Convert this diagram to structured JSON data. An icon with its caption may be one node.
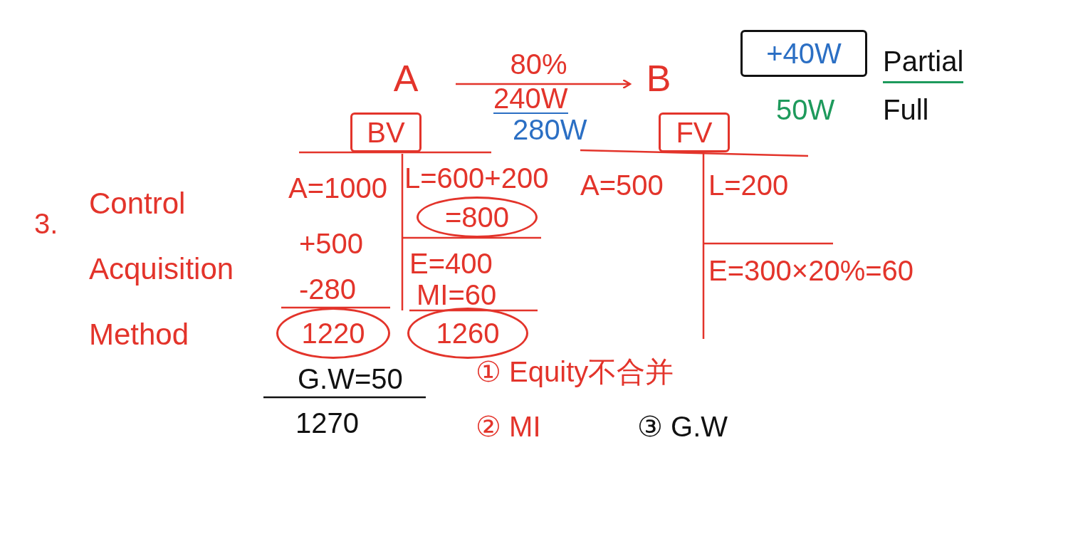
{
  "diagram": {
    "nodes": [
      {
        "text": [
          "A"
        ]
      },
      {
        "text": [
          "B"
        ]
      },
      {
        "text": [
          "BV"
        ]
      },
      {
        "text": [
          "FV"
        ]
      },
      {
        "text": [
          "+40W"
        ]
      },
      {
        "text": [
          "=800"
        ]
      },
      {
        "text": [
          "1220"
        ]
      },
      {
        "text": [
          "1260"
        ]
      }
    ],
    "edges": [
      {
        "from": 0,
        "to": 1,
        "arrow": "to",
        "label": "80%"
      }
    ],
    "labels": [
      "3.",
      "Control Acquisition Method",
      "240W",
      "280W",
      "Partial",
      "50W",
      "Full",
      "A=1000",
      "L=600+200",
      "+500",
      "E=400",
      "-280",
      "MI=60",
      "G.W=50",
      "1270",
      "① Equity不合并",
      "② MI",
      "③ G.W",
      "A=500",
      "L=200",
      "E=300×20%=60"
    ]
  }
}
